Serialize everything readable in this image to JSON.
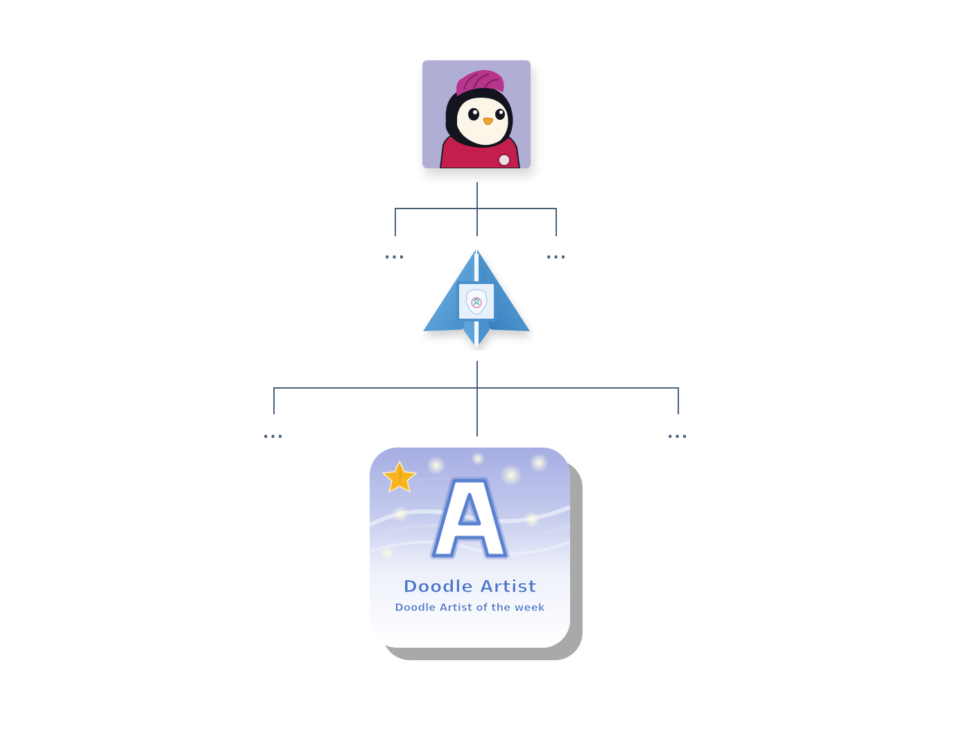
{
  "diagram": {
    "connector_color": "#4a607a",
    "ellipsis_text": "...",
    "top_node": {
      "kind": "avatar",
      "icon": "penguin-avatar-icon",
      "background": "#b1aed6",
      "shirt_color": "#c41f4c",
      "mohawk_color": "#b7358c"
    },
    "middle_node": {
      "kind": "rocket",
      "icon": "paper-rocket-icon",
      "color": "#4f9bd4"
    },
    "bottom_node": {
      "kind": "badge",
      "icon": "letter-a-badge-icon",
      "letter": "A",
      "title": "Doodle Artist",
      "subtitle": "Doodle Artist of the week",
      "star_icon": "star-icon",
      "accent": "#4f78c9"
    }
  }
}
